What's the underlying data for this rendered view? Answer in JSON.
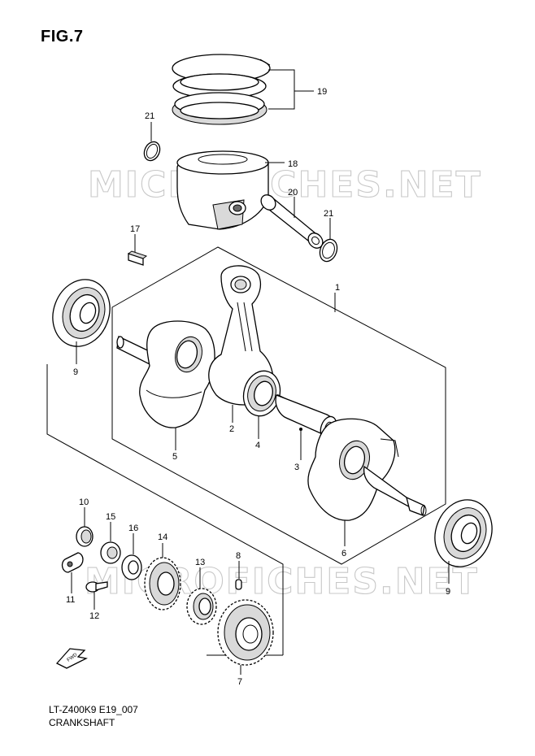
{
  "figure": {
    "title": "FIG.7"
  },
  "footer": {
    "model_code": "LT-Z400K9 E19_007",
    "group_name": "CRANKSHAFT"
  },
  "watermark": {
    "text": "MICROFICHES.NET",
    "color": "#c8c8c8"
  },
  "direction_marker": {
    "text": "FWD"
  },
  "callouts": {
    "c1": "1",
    "c2": "2",
    "c3": "3",
    "c4": "4",
    "c5": "5",
    "c6": "6",
    "c7": "7",
    "c8": "8",
    "c9a": "9",
    "c9b": "9",
    "c10": "10",
    "c11": "11",
    "c12": "12",
    "c13": "13",
    "c14": "14",
    "c15": "15",
    "c16": "16",
    "c17": "17",
    "c18": "18",
    "c19": "19",
    "c20": "20",
    "c21a": "21",
    "c21b": "21"
  }
}
